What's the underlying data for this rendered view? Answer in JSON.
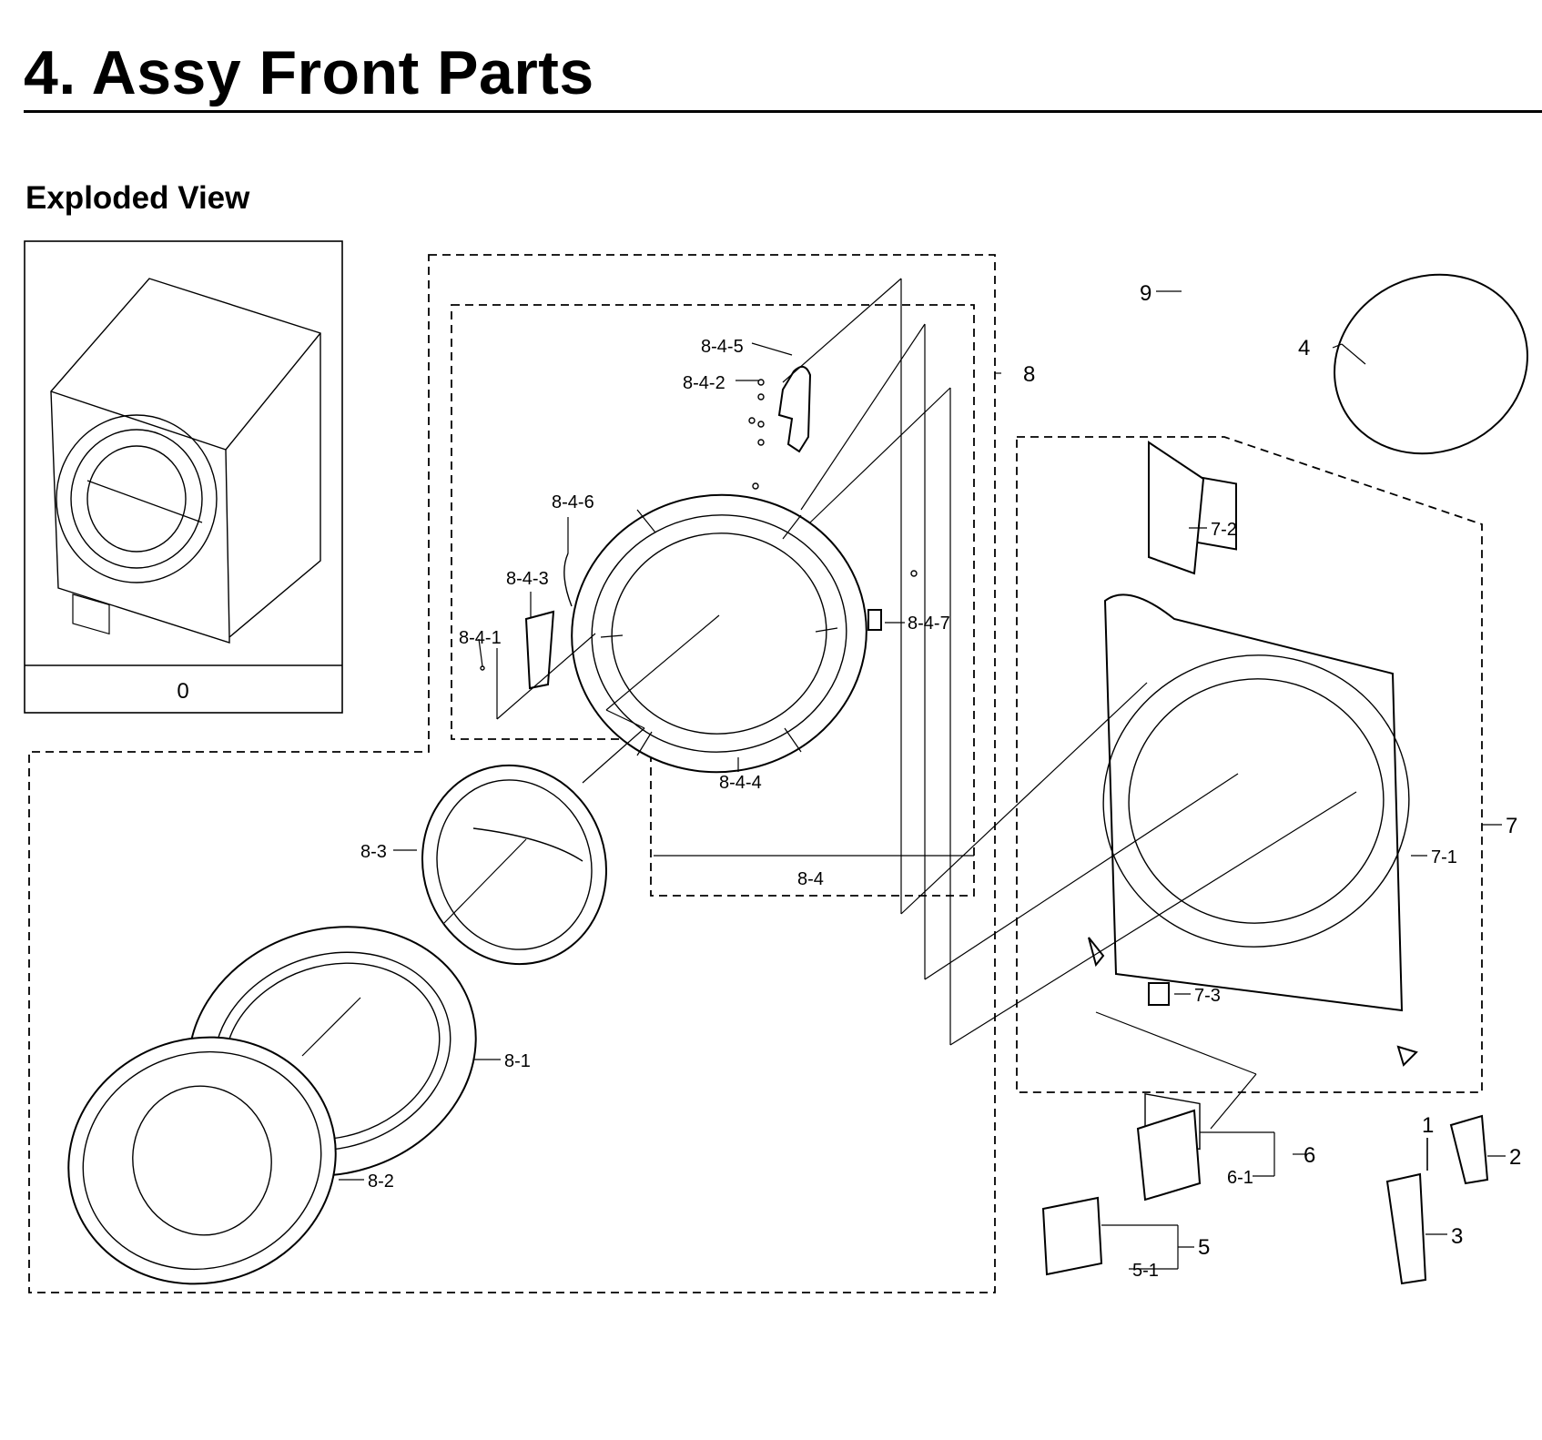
{
  "header": {
    "title": "4.  Assy Front Parts",
    "subtitle": "Exploded View"
  },
  "thumbnail": {
    "label": "0"
  },
  "callouts": {
    "c8_4_5": "8-4-5",
    "c8_4_2": "8-4-2",
    "c8": "8",
    "c8_4_6": "8-4-6",
    "c8_4_3": "8-4-3",
    "c8_4_1": "8-4-1",
    "c8_4_7": "8-4-7",
    "c8_4_4": "8-4-4",
    "c8_4": "8-4",
    "c8_3": "8-3",
    "c8_1": "8-1",
    "c8_2": "8-2",
    "c9": "9",
    "c4": "4",
    "c7_2": "7-2",
    "c7": "7",
    "c7_1": "7-1",
    "c7_3": "7-3",
    "c6": "6",
    "c6_1": "6-1",
    "c5": "5",
    "c5_1": "5-1",
    "c1": "1",
    "c2": "2",
    "c3": "3"
  }
}
